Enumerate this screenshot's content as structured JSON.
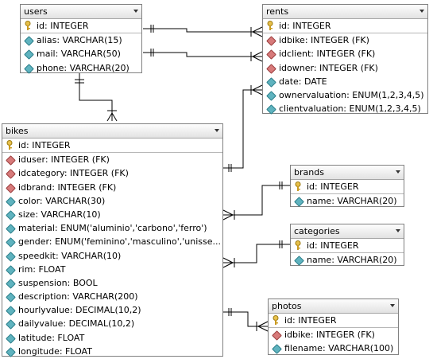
{
  "tables": {
    "users": {
      "name": "users",
      "pk": "id: INTEGER",
      "columns": [
        "alias: VARCHAR(15)",
        "mail: VARCHAR(50)",
        "phone: VARCHAR(20)"
      ]
    },
    "rents": {
      "name": "rents",
      "pk": "id: INTEGER",
      "columns": [
        "idbike: INTEGER (FK)",
        "idclient: INTEGER (FK)",
        "idowner: INTEGER (FK)",
        "date: DATE",
        "ownervaluation: ENUM(1,2,3,4,5)",
        "clientvaluation: ENUM(1,2,3,4,5)"
      ]
    },
    "bikes": {
      "name": "bikes",
      "pk": "id: INTEGER",
      "columns": [
        "iduser: INTEGER (FK)",
        "idcategory: INTEGER (FK)",
        "idbrand: INTEGER (FK)",
        "color: VARCHAR(30)",
        "size: VARCHAR(10)",
        "material: ENUM('aluminio','carbono','ferro')",
        "gender: ENUM('feminino','masculino','unisse...",
        "speedkit: VARCHAR(10)",
        "rim: FLOAT",
        "suspension: BOOL",
        "description: VARCHAR(200)",
        "hourlyvalue: DECIMAL(10,2)",
        "dailyvalue: DECIMAL(10,2)",
        "latitude: FLOAT",
        "longitude: FLOAT"
      ]
    },
    "brands": {
      "name": "brands",
      "pk": "id: INTEGER",
      "columns": [
        "name: VARCHAR(20)"
      ]
    },
    "categories": {
      "name": "categories",
      "pk": "id: INTEGER",
      "columns": [
        "name: VARCHAR(20)"
      ]
    },
    "photos": {
      "name": "photos",
      "pk": "id: INTEGER",
      "columns": [
        "idbike: INTEGER (FK)",
        "filename: VARCHAR(100)"
      ]
    }
  },
  "column_kinds": {
    "users": [
      "attr",
      "attr",
      "attr"
    ],
    "rents": [
      "fk",
      "fk",
      "fk",
      "attr",
      "attr",
      "attr"
    ],
    "bikes": [
      "fk",
      "fk",
      "fk",
      "attr",
      "attr",
      "attr",
      "attr",
      "attr",
      "attr",
      "attr",
      "attr",
      "attr",
      "attr",
      "attr",
      "attr"
    ],
    "brands": [
      "attr"
    ],
    "categories": [
      "attr"
    ],
    "photos": [
      "fk",
      "attr"
    ]
  },
  "colors": {
    "attribute_icon": "#5fb3bf",
    "foreign_key_icon": "#d77a7a",
    "primary_key_icon": "#d4a72c",
    "line": "#000000",
    "border": "#808080"
  }
}
